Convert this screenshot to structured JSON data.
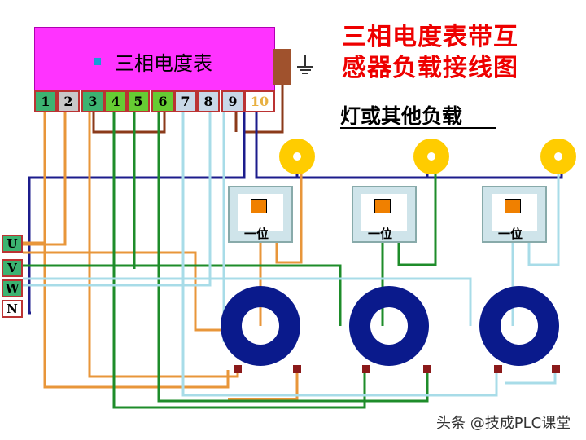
{
  "title": [
    "三相电度表带互",
    "感器负载接线图"
  ],
  "meter_label": "三相电度表",
  "load_label": "灯或其他负载",
  "switch_label": "一位",
  "terminals": [
    "1",
    "2",
    "3",
    "4",
    "5",
    "6",
    "7",
    "8",
    "9",
    "10"
  ],
  "terminal_colors": [
    "#3cb371",
    "#c8c8c8",
    "#3cb371",
    "#66cc33",
    "#66cc33",
    "#66cc33",
    "#c8d8e8",
    "#c8d8e8",
    "#c8d8e8",
    "#ffffff"
  ],
  "phases": [
    "U",
    "V",
    "W",
    "N"
  ],
  "phase_colors": [
    "#3cb371",
    "#3cb371",
    "#3cb371",
    "#ffffff"
  ],
  "colors": {
    "orange": "#e8963a",
    "green": "#1e8c2a",
    "lightblue": "#a8dce8",
    "navy": "#1c1c8c",
    "brown": "#8b3a1a",
    "ct_ring": "#0a1a8c"
  },
  "watermark": "头条 @技成PLC课堂"
}
